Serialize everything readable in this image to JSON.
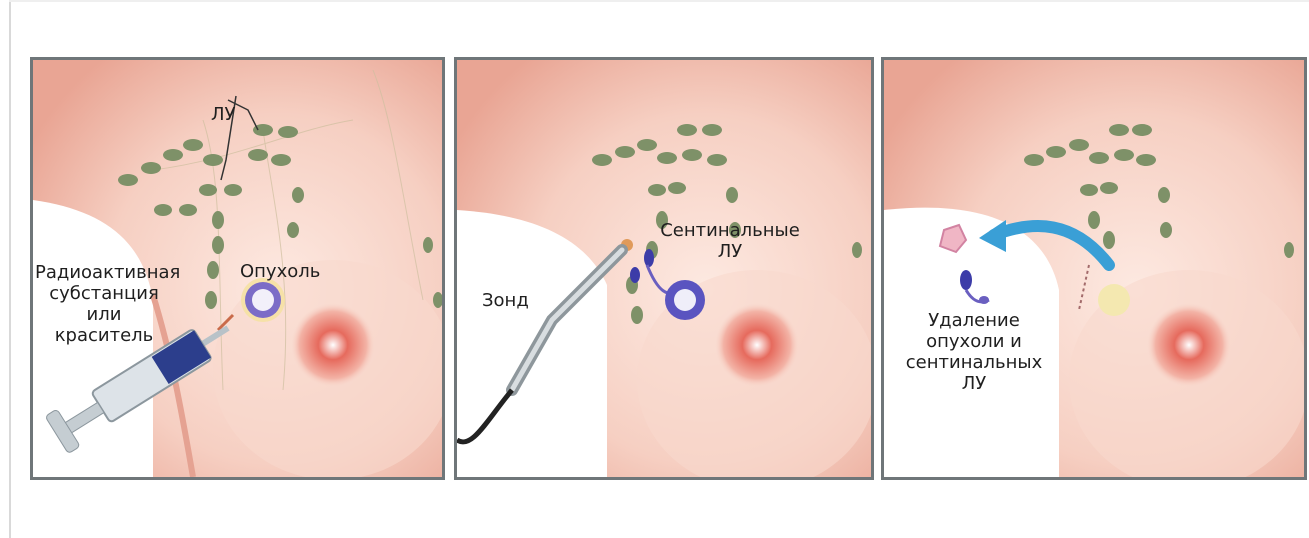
{
  "panel_1": {
    "lymph_nodes_label": "ЛУ",
    "tumor_label": "Опухоль",
    "substance_label": [
      "Радиоактивная",
      "субстанция",
      "или",
      "краситель"
    ]
  },
  "panel_2": {
    "sentinel_label": [
      "Сентинальные",
      "ЛУ"
    ],
    "probe_label": "Зонд"
  },
  "panel_3": {
    "removal_label": [
      "Удаление",
      "опухоли и",
      "сентинальных",
      "ЛУ"
    ]
  },
  "colors": {
    "panel_border": "#6f7679",
    "skin_light": "#fbe6dd",
    "skin_dark": "#e8a99a",
    "lymph_node": "#7e9168",
    "tumor": "#3c3ca8",
    "arrow": "#3a9fd6"
  }
}
